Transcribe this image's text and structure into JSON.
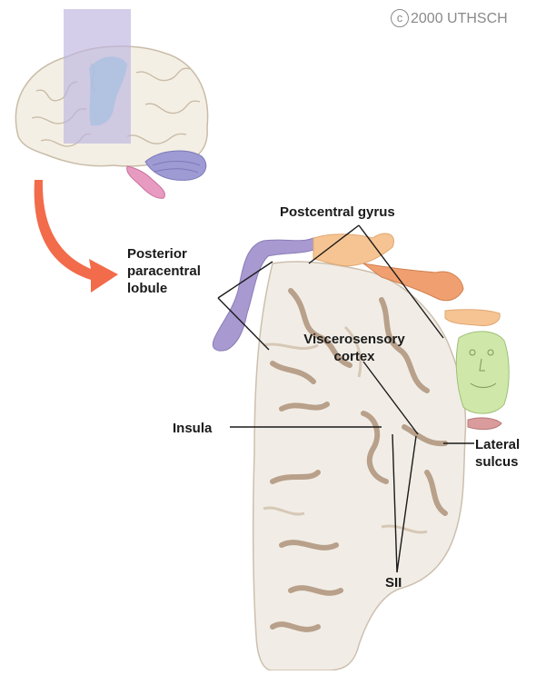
{
  "copyright": {
    "symbol": "c",
    "text": "2000 UTHSCH"
  },
  "labels": {
    "postcentral_gyrus": "Postcentral gyrus",
    "posterior_paracentral_lobule": [
      "Posterior",
      "paracentral",
      "lobule"
    ],
    "viscerosensory_cortex": [
      "Viscerosensory",
      "cortex"
    ],
    "insula": "Insula",
    "lateral_sulcus": [
      "Lateral",
      "sulcus"
    ],
    "sii": "SII"
  },
  "colors": {
    "arrow": "#f26b4a",
    "cortex_fill": "#f1ede6",
    "sulcus": "#b8a08a",
    "homunculus_leg": "#a89ad0",
    "homunculus_torso": "#f6c493",
    "homunculus_arm": "#f0a070",
    "homunculus_face": "#cfe7a8",
    "slice_plane": "#bdb4e0",
    "cerebellum": "#9e9bd4",
    "brainstem": "#e79bc0",
    "cortex_highlight": "#7fd8e0"
  }
}
